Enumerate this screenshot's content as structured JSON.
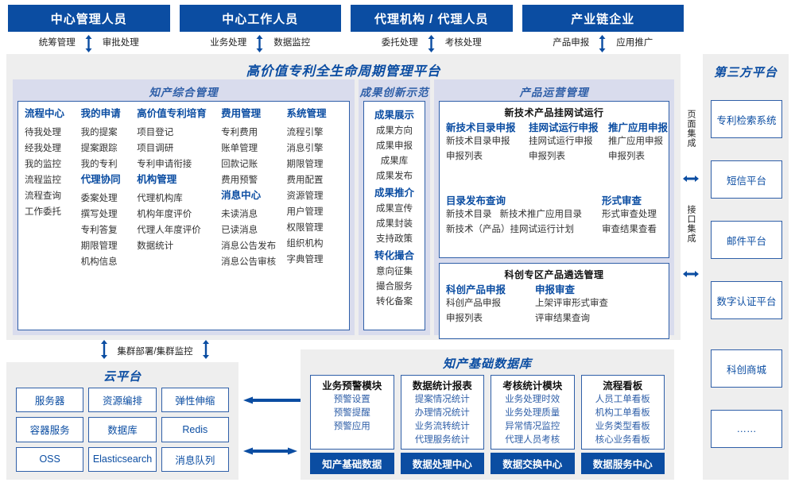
{
  "roles": [
    {
      "title": "中心管理人员",
      "left": "统筹管理",
      "right": "审批处理"
    },
    {
      "title": "中心工作人员",
      "left": "业务处理",
      "right": "数据监控"
    },
    {
      "title": "代理机构 / 代理人员",
      "left": "委托处理",
      "right": "考核处理"
    },
    {
      "title": "产业链企业",
      "left": "产品申报",
      "right": "应用推广"
    }
  ],
  "platform": {
    "title": "高价值专利全生命周期管理平台",
    "segments": {
      "zhichan": {
        "title": "知产综合管理",
        "columns": [
          {
            "groups": [
              {
                "header": "流程中心",
                "items": [
                  "待我处理",
                  "经我处理",
                  "我的监控",
                  "流程监控",
                  "流程查询",
                  "工作委托"
                ]
              }
            ]
          },
          {
            "groups": [
              {
                "header": "我的申请",
                "items": [
                  "我的提案",
                  "提案跟踪",
                  "我的专利"
                ]
              },
              {
                "header": "代理协同",
                "items": [
                  "委案处理",
                  "撰写处理",
                  "专利答复",
                  "期限管理",
                  "机构信息"
                ]
              }
            ]
          },
          {
            "groups": [
              {
                "header": "高价值专利培育",
                "items": [
                  "项目登记",
                  "项目调研",
                  "专利申请衔接"
                ]
              },
              {
                "header": "机构管理",
                "items": [
                  "代理机构库",
                  "机构年度评价",
                  "代理人年度评价",
                  "数据统计"
                ]
              }
            ]
          },
          {
            "groups": [
              {
                "header": "费用管理",
                "items": [
                  "专利费用",
                  "账单管理",
                  "回款记账",
                  "费用预警"
                ]
              },
              {
                "header": "消息中心",
                "items": [
                  "未读消息",
                  "已读消息",
                  "消息公告发布",
                  "消息公告审核"
                ]
              }
            ]
          },
          {
            "groups": [
              {
                "header": "系统管理",
                "items": [
                  "流程引擎",
                  "消息引擎",
                  "期限管理",
                  "费用配置",
                  "资源管理",
                  "用户管理",
                  "权限管理",
                  "组织机构",
                  "字典管理"
                ]
              }
            ]
          }
        ]
      },
      "chengguo": {
        "title": "成果创新示范",
        "groups": [
          {
            "header": "成果展示",
            "items": [
              "成果方向",
              "成果申报",
              "成果库",
              "成果发布"
            ]
          },
          {
            "header": "成果推介",
            "items": [
              "成果宣传",
              "成果封装",
              "支持政策"
            ]
          },
          {
            "header": "转化撮合",
            "items": [
              "意向征集",
              "撮合服务",
              "转化备案"
            ]
          }
        ]
      },
      "chanpin": {
        "title": "产品运营管理",
        "cards": [
          {
            "title": "新技术产品挂网试运行",
            "row1": [
              {
                "header": "新技术目录申报",
                "items": [
                  "新技术目录申报",
                  "申报列表"
                ]
              },
              {
                "header": "挂网试运行申报",
                "items": [
                  "挂网试运行申报",
                  "申报列表"
                ]
              },
              {
                "header": "推广应用申报",
                "items": [
                  "推广应用申报",
                  "申报列表"
                ]
              }
            ],
            "row2": [
              {
                "header": "目录发布查询",
                "items_inline": [
                  "新技术目录",
                  "新技术推广应用目录"
                ],
                "items": [
                  "新技术（产品）挂网试运行计划"
                ]
              },
              {
                "header": "形式审查",
                "items": [
                  "形式审查处理",
                  "审查结果查看"
                ]
              }
            ]
          },
          {
            "title": "科创专区产品遴选管理",
            "row1": [
              {
                "header": "科创产品申报",
                "items": [
                  "科创产品申报",
                  "申报列表"
                ]
              },
              {
                "header": "申报审查",
                "items": [
                  "上架评审形式审查",
                  "评审结果查询"
                ]
              }
            ]
          }
        ]
      }
    }
  },
  "integration": {
    "page": "页面集成",
    "api": "接口集成"
  },
  "third_party": {
    "title": "第三方平台",
    "items": [
      "专利检索系统",
      "短信平台",
      "邮件平台",
      "数字认证平台",
      "科创商城",
      "……"
    ]
  },
  "cluster_label": "集群部署/集群监控",
  "cloud": {
    "title": "云平台",
    "cells": [
      "服务器",
      "资源编排",
      "弹性伸缩",
      "容器服务",
      "数据库",
      "Redis",
      "OSS",
      "Elasticsearch",
      "消息队列"
    ]
  },
  "database": {
    "title": "知产基础数据库",
    "columns": [
      {
        "header": "业务预警模块",
        "items": [
          "预警设置",
          "预警提醒",
          "预警应用"
        ],
        "footer": "知产基础数据"
      },
      {
        "header": "数据统计报表",
        "items": [
          "提案情况统计",
          "办理情况统计",
          "业务流转统计",
          "代理服务统计"
        ],
        "footer": "数据处理中心"
      },
      {
        "header": "考核统计模块",
        "items": [
          "业务处理时效",
          "业务处理质量",
          "异常情况监控",
          "代理人员考核"
        ],
        "footer": "数据交换中心"
      },
      {
        "header": "流程看板",
        "items": [
          "人员工单看板",
          "机构工单看板",
          "业务类型看板",
          "核心业务看板"
        ],
        "footer": "数据服务中心"
      }
    ]
  },
  "colors": {
    "brand": "#0b4da2",
    "accent": "#2f5fa8",
    "panel": "#eeeeee",
    "band": "#d9dced"
  }
}
